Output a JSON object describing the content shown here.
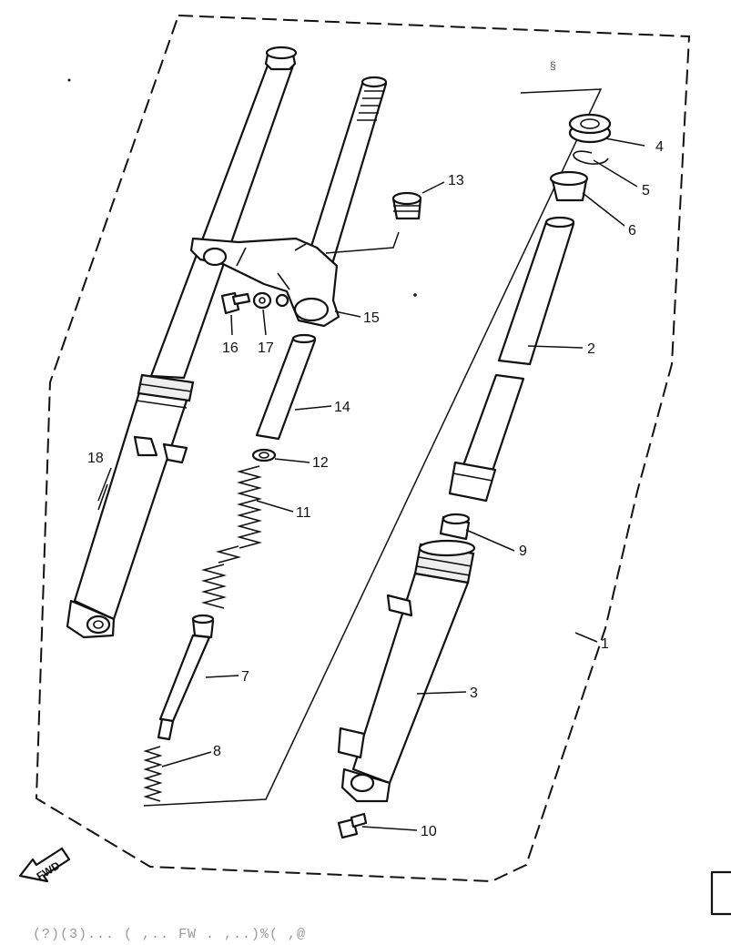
{
  "diagram": {
    "callouts": {
      "c1": "1",
      "c2": "2",
      "c3": "3",
      "c4": "4",
      "c5": "5",
      "c6": "6",
      "c7": "7",
      "c8": "8",
      "c9": "9",
      "c10": "10",
      "c11": "11",
      "c12": "12",
      "c13": "13",
      "c14": "14",
      "c15": "15",
      "c16": "16",
      "c17": "17",
      "c18": "18"
    },
    "direction_marker": "FWD",
    "stray_mark": "§",
    "footer_text": "(?)(3)... ( ,.. FW . ,..)%( ,@"
  }
}
